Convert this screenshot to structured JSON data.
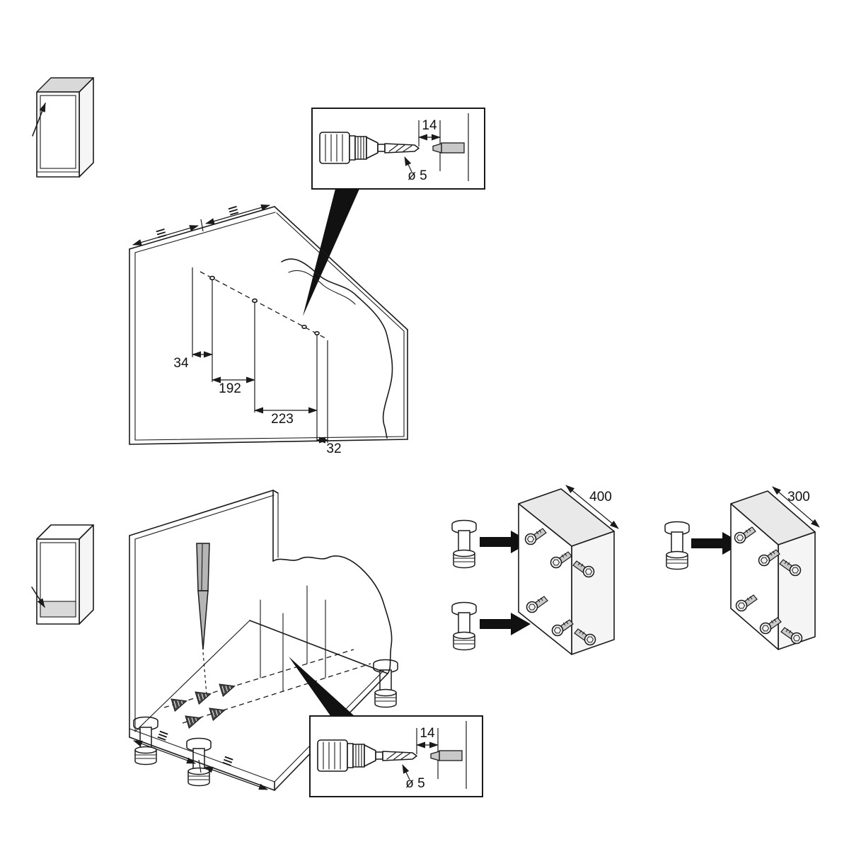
{
  "palette": {
    "ink": "#1a1a1a",
    "shade": "#d9d9d9",
    "tool_gray": "#b5b5b5",
    "arrow_black": "#111111"
  },
  "callout_top": {
    "depth_label": "14",
    "diameter_label": "ø 5"
  },
  "callout_bottom": {
    "depth_label": "14",
    "diameter_label": "ø 5"
  },
  "top_drawing": {
    "dims": {
      "d1": "34",
      "d2": "192",
      "d3": "223",
      "d4": "32"
    },
    "equal_mark": "≡"
  },
  "bottom_drawing": {
    "equal_mark": "≡"
  },
  "leg_diagrams": {
    "wide_label": "400",
    "narrow_label": "300"
  }
}
